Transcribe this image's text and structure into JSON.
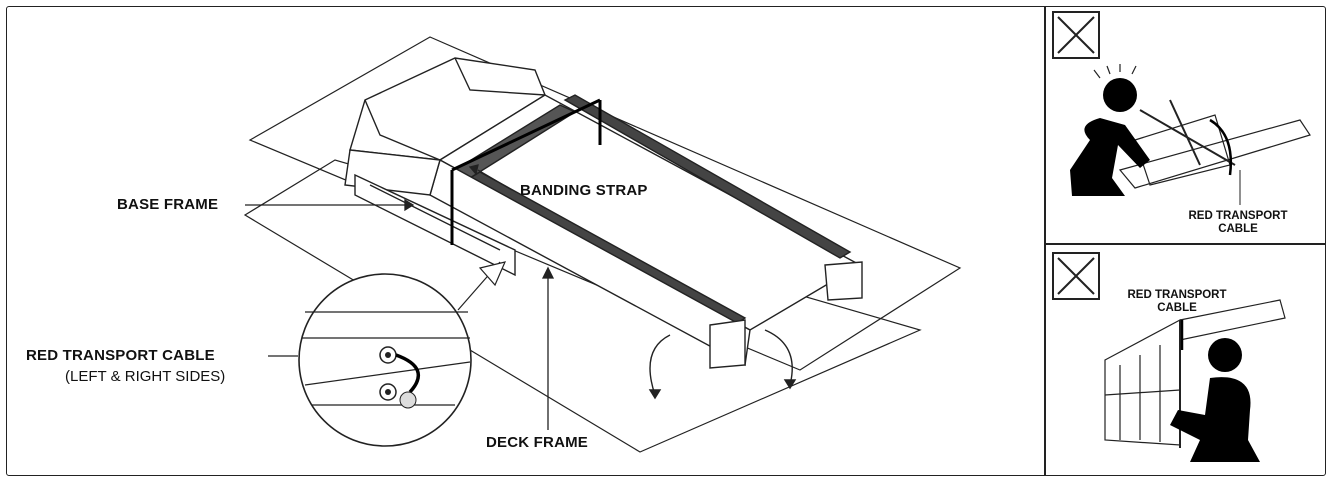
{
  "main": {
    "labels": {
      "base_frame": "BASE FRAME",
      "banding_strap": "BANDING STRAP",
      "red_transport_cable": "RED TRANSPORT CABLE",
      "sides_note": "(LEFT & RIGHT SIDES)",
      "deck_frame": "DECK FRAME"
    }
  },
  "side_panels": [
    {
      "icon": "x-mark-icon",
      "label_line1": "RED TRANSPORT",
      "label_line2": "CABLE"
    },
    {
      "icon": "x-mark-icon",
      "label_line1": "RED TRANSPORT",
      "label_line2": "CABLE"
    }
  ],
  "colors": {
    "line": "#222222",
    "figure": "#000000",
    "background": "#ffffff"
  }
}
